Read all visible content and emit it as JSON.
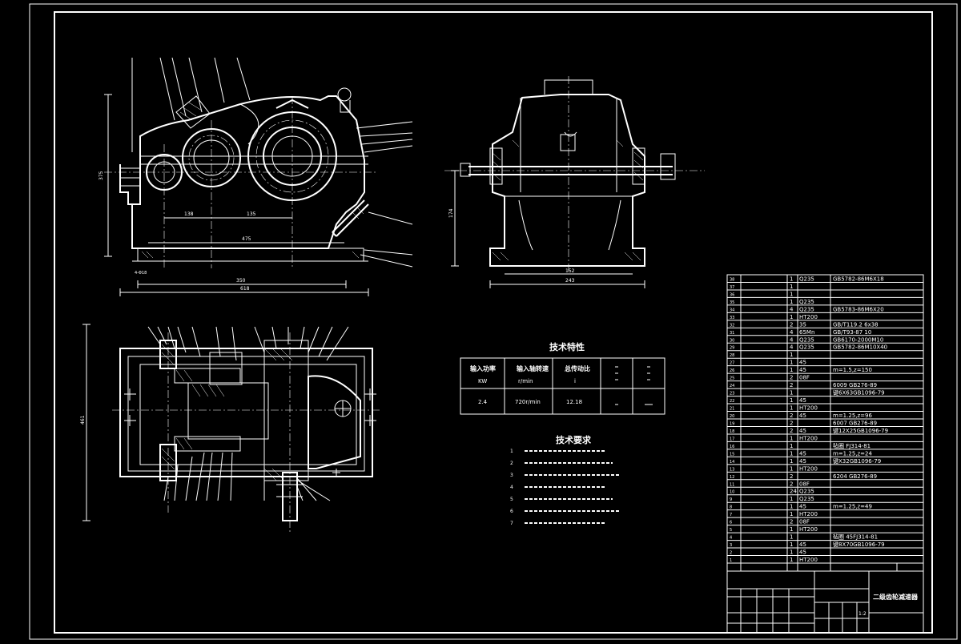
{
  "drawing_title": "二级齿轮减速器",
  "tech_features": {
    "title": "技术特性",
    "headers": [
      "输入功率",
      "输入轴转速",
      "总传动比",
      "",
      ""
    ],
    "units": [
      "KW",
      "r/min",
      "i",
      "",
      ""
    ],
    "values": [
      "2.4",
      "720r/min",
      "12.18",
      "",
      ""
    ]
  },
  "tech_requirements": {
    "title": "技术要求",
    "items": [
      "1",
      "2",
      "3",
      "4",
      "5",
      "6",
      "7"
    ]
  },
  "dimensions": {
    "front_width": "618",
    "front_inner": "350",
    "front_span": "475",
    "front_bottom": "4-Φ18",
    "shaft_a": "138",
    "shaft_b": "135",
    "front_height": "375",
    "side_width": "243",
    "side_inner": "152",
    "side_height": "174",
    "top_height": "461"
  },
  "bom": [
    {
      "no": "38",
      "qty": "1",
      "mat": "Q235",
      "note": "GB5782-86M6X18"
    },
    {
      "no": "37",
      "qty": "1",
      "mat": "",
      "note": ""
    },
    {
      "no": "36",
      "qty": "1",
      "mat": "",
      "note": ""
    },
    {
      "no": "35",
      "qty": "1",
      "mat": "Q235",
      "note": ""
    },
    {
      "no": "34",
      "qty": "4",
      "mat": "Q235",
      "note": "GB5783-86M6X20"
    },
    {
      "no": "33",
      "qty": "1",
      "mat": "HT200",
      "note": ""
    },
    {
      "no": "32",
      "qty": "2",
      "mat": "35",
      "note": "GB/T119.2 6x38"
    },
    {
      "no": "31",
      "qty": "4",
      "mat": "65Mn",
      "note": "GB/T93-87 10"
    },
    {
      "no": "30",
      "qty": "4",
      "mat": "Q235",
      "note": "GB6170-2000M10"
    },
    {
      "no": "29",
      "qty": "4",
      "mat": "Q235",
      "note": "GB5782-86M10X40"
    },
    {
      "no": "28",
      "qty": "1",
      "mat": "",
      "note": ""
    },
    {
      "no": "27",
      "qty": "1",
      "mat": "45",
      "note": ""
    },
    {
      "no": "26",
      "qty": "1",
      "mat": "45",
      "note": "m=1.5,z=150"
    },
    {
      "no": "25",
      "qty": "2",
      "mat": "08F",
      "note": ""
    },
    {
      "no": "24",
      "qty": "2",
      "mat": "",
      "note": "6009 GB276-89"
    },
    {
      "no": "23",
      "qty": "1",
      "mat": "",
      "note": "键6X63GB1096-79"
    },
    {
      "no": "22",
      "qty": "1",
      "mat": "45",
      "note": ""
    },
    {
      "no": "21",
      "qty": "1",
      "mat": "HT200",
      "note": ""
    },
    {
      "no": "20",
      "qty": "2",
      "mat": "45",
      "note": "m=1.25,z=96"
    },
    {
      "no": "19",
      "qty": "2",
      "mat": "",
      "note": "6007 GB276-89"
    },
    {
      "no": "18",
      "qty": "2",
      "mat": "45",
      "note": "键12X25GB1096-79"
    },
    {
      "no": "17",
      "qty": "1",
      "mat": "HT200",
      "note": ""
    },
    {
      "no": "16",
      "qty": "1",
      "mat": "",
      "note": "毡圈 FJ314-81"
    },
    {
      "no": "15",
      "qty": "1",
      "mat": "45",
      "note": "m=1.25,z=24"
    },
    {
      "no": "14",
      "qty": "1",
      "mat": "45",
      "note": "键X32GB1096-79"
    },
    {
      "no": "13",
      "qty": "1",
      "mat": "HT200",
      "note": ""
    },
    {
      "no": "12",
      "qty": "2",
      "mat": "",
      "note": "6204 GB276-89"
    },
    {
      "no": "11",
      "qty": "2",
      "mat": "08F",
      "note": ""
    },
    {
      "no": "10",
      "qty": "24",
      "mat": "Q235",
      "note": ""
    },
    {
      "no": "9",
      "qty": "1",
      "mat": "Q235",
      "note": ""
    },
    {
      "no": "8",
      "qty": "1",
      "mat": "45",
      "note": "m=1.25,z=49"
    },
    {
      "no": "7",
      "qty": "1",
      "mat": "HT200",
      "note": ""
    },
    {
      "no": "6",
      "qty": "2",
      "mat": "08F",
      "note": ""
    },
    {
      "no": "5",
      "qty": "1",
      "mat": "HT200",
      "note": ""
    },
    {
      "no": "4",
      "qty": "1",
      "mat": "",
      "note": "毡圈 45FJ314-81"
    },
    {
      "no": "3",
      "qty": "1",
      "mat": "45",
      "note": "键8X70GB1096-79"
    },
    {
      "no": "2",
      "qty": "1",
      "mat": "45",
      "note": ""
    },
    {
      "no": "1",
      "qty": "1",
      "mat": "HT200",
      "note": ""
    }
  ],
  "scale_label": "1:2"
}
